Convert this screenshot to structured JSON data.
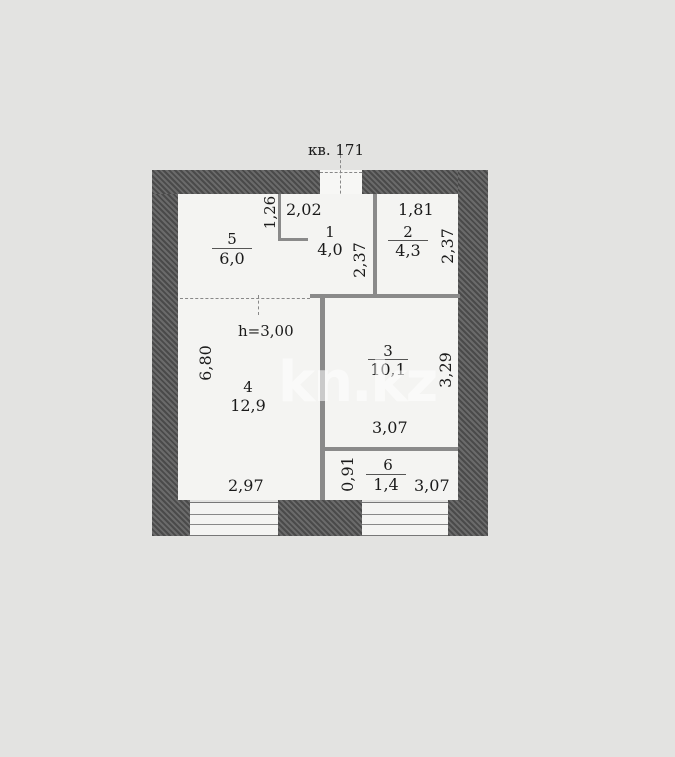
{
  "plan": {
    "apartment_label": "кв. 171",
    "ceiling_height": "h=3,00",
    "watermark": "kn.kz"
  },
  "rooms": [
    {
      "number": "1",
      "area": "4,0",
      "width": "2,02",
      "height": "2,37"
    },
    {
      "number": "2",
      "area": "4,3",
      "width": "1,81",
      "height": "2,37"
    },
    {
      "number": "3",
      "area": "10,1",
      "width": "3,07",
      "height": "3,29"
    },
    {
      "number": "4",
      "area": "12,9",
      "width": "2,97",
      "height": "6,80"
    },
    {
      "number": "5",
      "area": "6,0",
      "extra_dim": "1,26"
    },
    {
      "number": "6",
      "area": "1,4",
      "width": "3,07",
      "height": "0,91"
    }
  ],
  "colors": {
    "background": "#e3e3e1",
    "wall": "#5a5a5a",
    "floor": "#f4f4f2",
    "text": "#1a1a1a"
  }
}
